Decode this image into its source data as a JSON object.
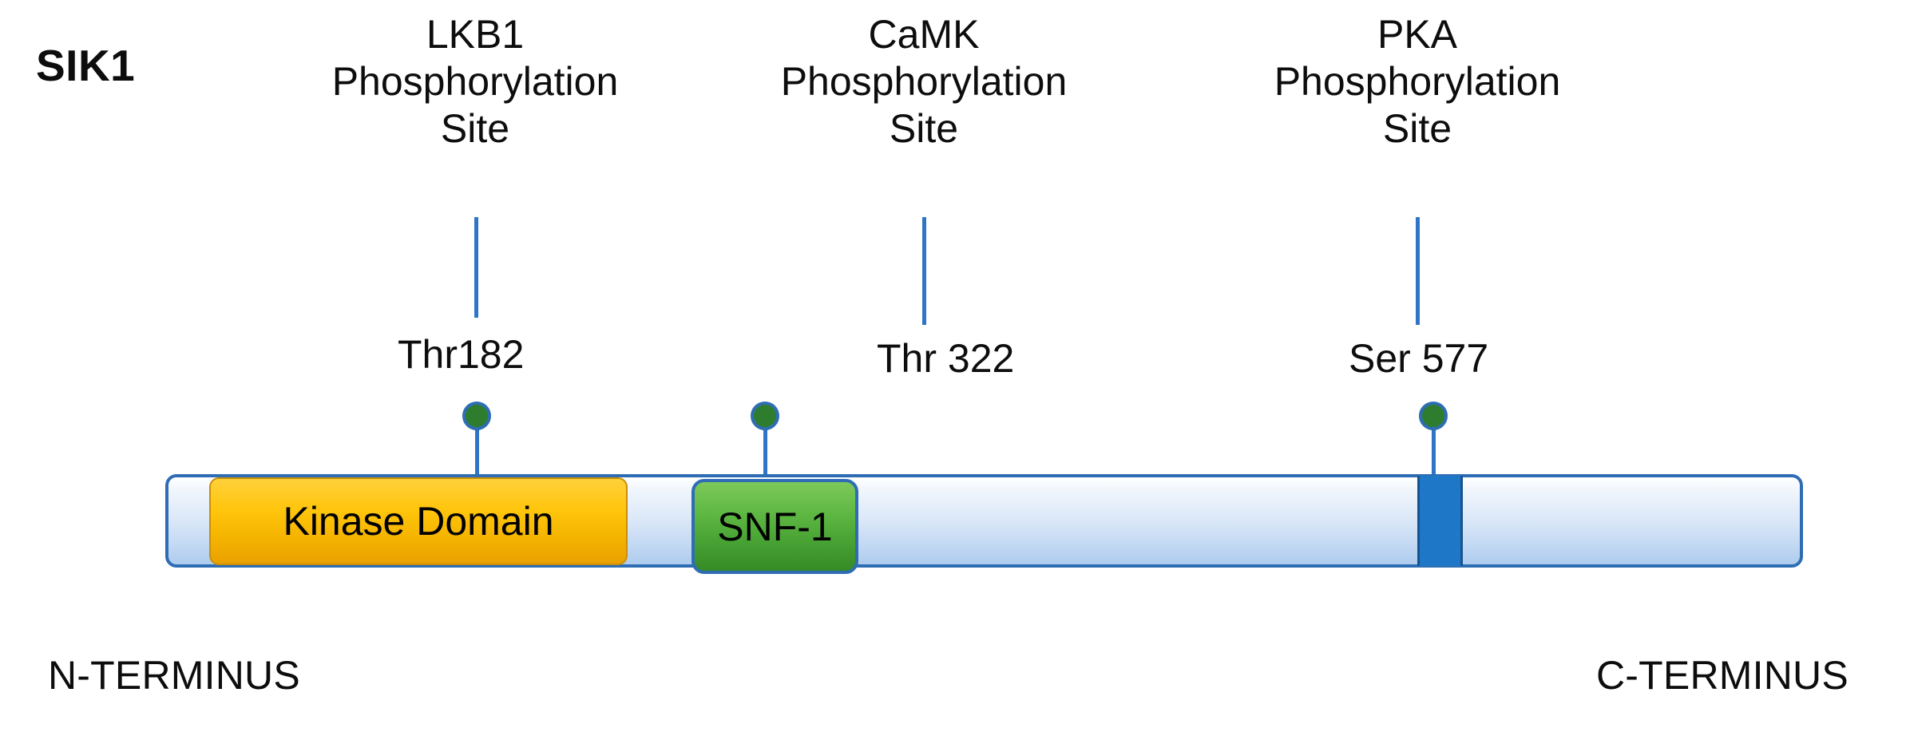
{
  "figure": {
    "protein_name": "SIK1",
    "n_terminus_label": "N-TERMINUS",
    "c_terminus_label": "C-TERMINUS"
  },
  "annotations": [
    {
      "kinase": "LKB1",
      "line2": "Phosphorylation",
      "line3": "Site",
      "residue": "Thr182",
      "dot_color": "#2E7D2E",
      "leader_color": "#2E75C8"
    },
    {
      "kinase": "CaMK",
      "line2": "Phosphorylation",
      "line3": "Site",
      "residue": "Thr 322",
      "dot_color": "#2E7D2E",
      "leader_color": "#2E75C8"
    },
    {
      "kinase": "PKA",
      "line2": "Phosphorylation",
      "line3": "Site",
      "residue": "Ser 577",
      "dot_color": "#2E7D2E",
      "leader_color": "#2E75C8"
    }
  ],
  "domains": [
    {
      "label": "Kinase Domain",
      "color": "#FFC50B"
    },
    {
      "label": "SNF-1",
      "color": "#46A032"
    },
    {
      "label": "",
      "color": "#1F77C8"
    }
  ],
  "colors": {
    "backbone_border": "#2E6DB4",
    "backbone_fill": "#DCE8F8",
    "kinase_domain": "#FFC50B",
    "snf1_domain": "#46A032",
    "pka_band": "#1F77C8",
    "phospho_dot": "#2E7D2E",
    "leader_line": "#2E75C8",
    "text": "#0d0d0d"
  }
}
